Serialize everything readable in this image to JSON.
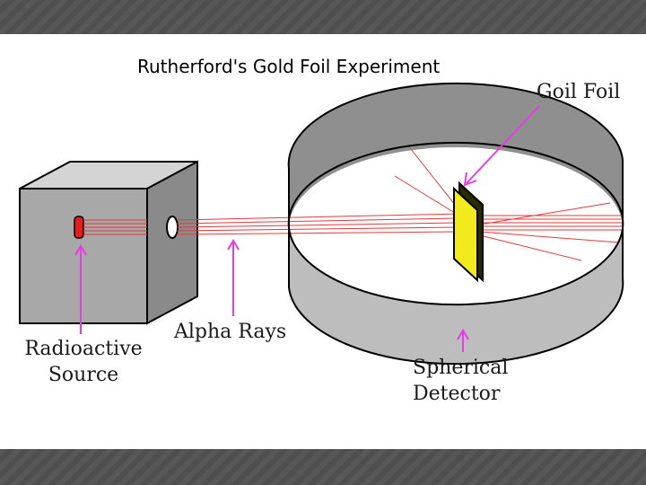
{
  "title": "Rutherford's Gold Foil Experiment",
  "labels": {
    "foil": "Goil Foil",
    "source_line1": "Radioactive",
    "source_line2": "Source",
    "alpha": "Alpha Rays",
    "detector_line1": "Spherical",
    "detector_line2": "Detector"
  },
  "colors": {
    "arrow": "#e63ce6",
    "ray": "#e23a3a",
    "foil": "#f2ea1c",
    "box_front": "#a8a8a8",
    "box_top": "#d4d4d4",
    "box_side": "#8a8a8a",
    "ring_inner": "#8f8f8f",
    "ring_outer": "#bdbdbd"
  }
}
